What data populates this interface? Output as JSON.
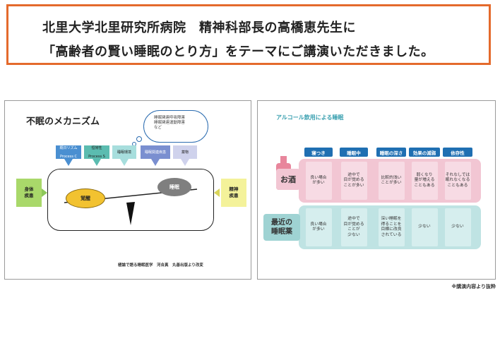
{
  "header": {
    "line1": "北里大学北里研究所病院　精神科部長の高橋恵先生に",
    "line2": "「高齢者の賢い睡眠のとり方」をテーマにご講演いただきました。"
  },
  "left_slide": {
    "title": "不眠のメカニズム",
    "cloud_lines": [
      "睡眠関連呼吸障害",
      "睡眠関連運動障害",
      "など"
    ],
    "factors": [
      {
        "label1": "概日リズム",
        "label2": "Process C",
        "color": "#4a8fd1"
      },
      {
        "label1": "恒常性",
        "label2": "Process S",
        "color": "#5bbcb0"
      },
      {
        "label1": "睡眠環境",
        "label2": "",
        "color": "#a7dedd"
      },
      {
        "label1": "睡眠関連疾患",
        "label2": "",
        "color": "#7a8fd0"
      },
      {
        "label1": "薬物",
        "label2": "",
        "color": "#cfd2ec"
      }
    ],
    "left_box": "身体\n疾患",
    "right_box": "精神\n疾患",
    "wake_label": "覚醒",
    "sleep_label": "睡眠",
    "citation": "極論で語る睡眠医学　河合真　丸善出版より改変"
  },
  "right_slide": {
    "title": "アルコール飲用による睡眠",
    "columns": [
      "寝つき",
      "睡眠中",
      "睡眠の深さ",
      "効果の減弱",
      "依存性"
    ],
    "rows": [
      {
        "label": "お酒",
        "cells": [
          "良い場合\nが多い",
          "途中で\n目が覚める\nことが多い",
          "比較的浅い\nことが多い",
          "弱くなり\n量が増える\nこともある",
          "それなしでは\n眠れなくなる\nこともある"
        ]
      },
      {
        "label": "最近の\n睡眠薬",
        "cells": [
          "良い場合\nが多い",
          "途中で\n目が覚める\nことが\n少ない",
          "深い睡眠を\n得ることを\n目標に改良\nされている",
          "少ない",
          "少ない"
        ]
      }
    ]
  },
  "footnote": "※講演内容より抜粋",
  "colors": {
    "border": "#e46a2c",
    "head_blue": "#1f6fb2",
    "alcohol_pink": "#f2c6d3",
    "drug_teal": "#bfe3e3"
  }
}
